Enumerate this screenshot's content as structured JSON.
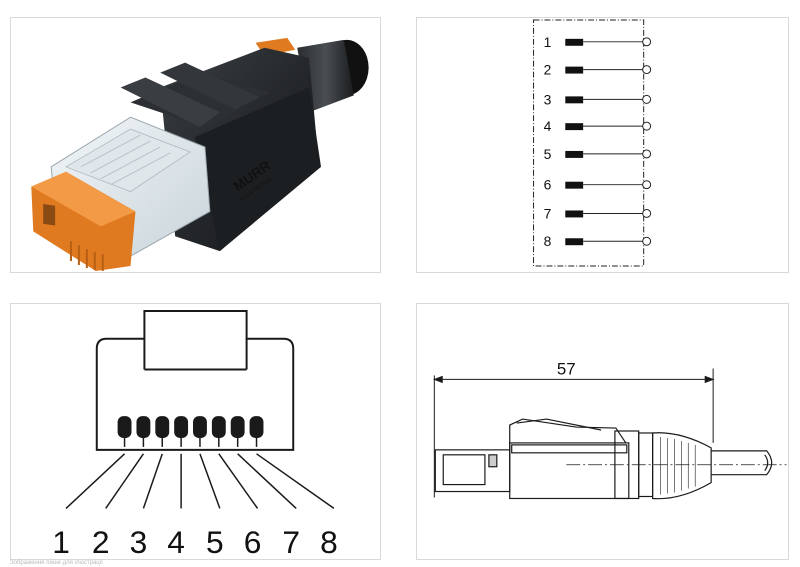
{
  "photo": {
    "brand_text": "MURR",
    "brand_sub": "ELEKTRONIK"
  },
  "schematic": {
    "pins": [
      "1",
      "2",
      "3",
      "4",
      "5",
      "6",
      "7",
      "8"
    ]
  },
  "pinout": {
    "pins": [
      "1",
      "2",
      "3",
      "4",
      "5",
      "6",
      "7",
      "8"
    ]
  },
  "dimension": {
    "length_label": "57"
  },
  "colors": {
    "connector_body": "#1c1f22",
    "latch_orange": "#e07a20",
    "line": "#1a1a1a",
    "panel_border": "#d9d9d9"
  },
  "footnote": "Зображення лише для ілюстрації"
}
